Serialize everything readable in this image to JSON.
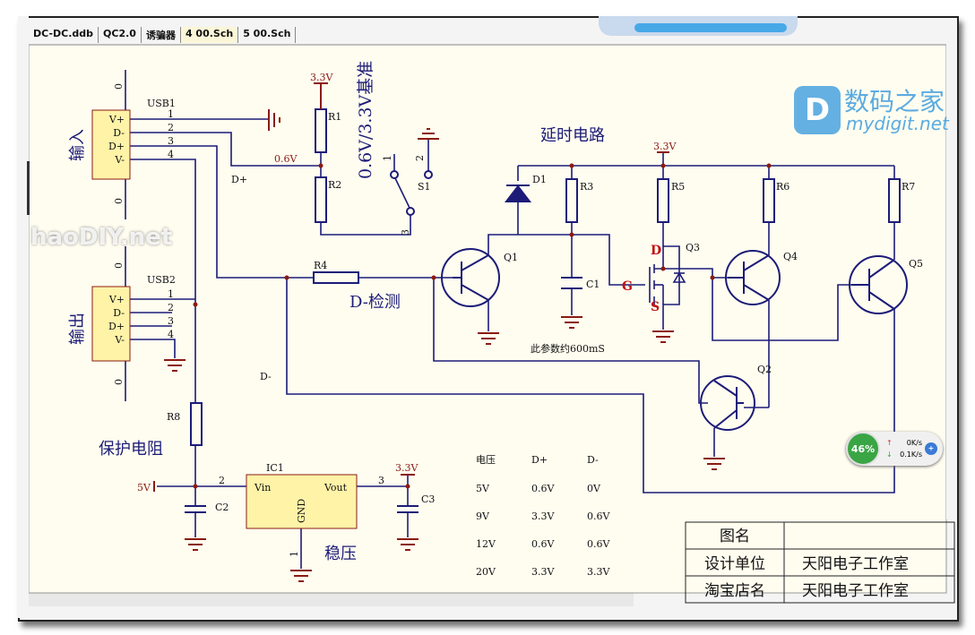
{
  "tabs": [
    "DC-DC.ddb",
    "QC2.0",
    "诱骗器",
    "4 00.Sch",
    "5 00.Sch"
  ],
  "active_tab": "4 00.Sch",
  "colors": {
    "wire": "#1c1c78",
    "power": "#8b1a10",
    "component_fill": "#fff3a8",
    "canvas": "#fffdf0"
  },
  "schematic": {
    "usb1": {
      "ref": "USB1",
      "pins": [
        "V+",
        "D-",
        "D+",
        "V-"
      ],
      "pin_numbers": [
        "1",
        "2",
        "3",
        "4"
      ],
      "shield": "0",
      "label": "输入"
    },
    "usb2": {
      "ref": "USB2",
      "pins": [
        "V+",
        "D-",
        "D+",
        "V-"
      ],
      "pin_numbers": [
        "1",
        "2",
        "3",
        "4"
      ],
      "shield": "0",
      "label": "输出"
    },
    "r1": "R1",
    "r2": "R2",
    "r3": "R3",
    "r4": "R4",
    "r5": "R5",
    "r6": "R6",
    "r7": "R7",
    "r8": "R8",
    "c1": "C1",
    "c2": "C2",
    "c3": "C3",
    "d1": "D1",
    "q1": "Q1",
    "q2": "Q2",
    "q3": "Q3",
    "q4": "Q4",
    "q5": "Q5",
    "q3_pins": {
      "d": "D",
      "g": "G",
      "s": "S"
    },
    "s1": {
      "ref": "S1",
      "pin1": "1",
      "pin2": "2",
      "pin3": "3"
    },
    "ic1": {
      "ref": "IC1",
      "vin": "Vin",
      "vout": "Vout",
      "gnd": "GND",
      "pin_vin": "2",
      "pin_vout": "3",
      "pin_gnd": "1"
    },
    "power_3v3": "3.3V",
    "power_5v": "5V",
    "net_06v": "0.6V",
    "net_dplus": "D+",
    "net_dminus": "D-",
    "ref_label": "0.6V/3.3V基准",
    "delay_title": "延时电路",
    "detect_label": "D-检测",
    "delay_note": "此参数约600mS",
    "protect_label": "保护电阻",
    "regulator_label": "稳压"
  },
  "voltage_table": {
    "headers": [
      "电压",
      "D+",
      "D-"
    ],
    "rows": [
      [
        "5V",
        "0.6V",
        "0V"
      ],
      [
        "9V",
        "3.3V",
        "0.6V"
      ],
      [
        "12V",
        "0.6V",
        "0.6V"
      ],
      [
        "20V",
        "3.3V",
        "3.3V"
      ]
    ]
  },
  "title_block": {
    "rows": [
      [
        "图名",
        ""
      ],
      [
        "设计单位",
        "天阳电子工作室"
      ],
      [
        "淘宝店名",
        "天阳电子工作室"
      ]
    ]
  },
  "net_widget": {
    "percent": "46%",
    "up": "0K/s",
    "down": "0.1K/s"
  },
  "watermarks": [
    "haoDIY.net",
    "数码之家",
    "mydigit.net"
  ]
}
